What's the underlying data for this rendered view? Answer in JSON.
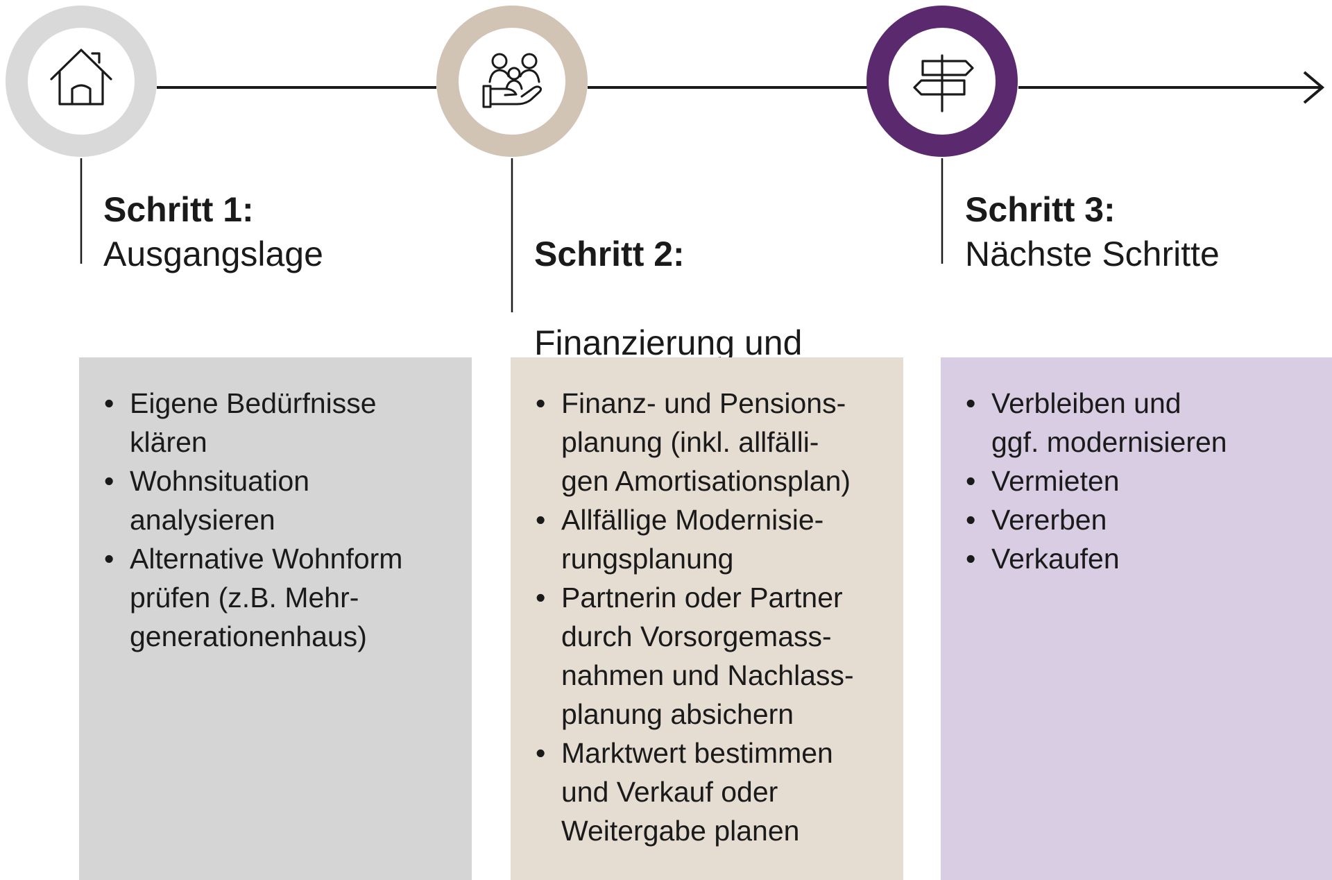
{
  "colors": {
    "step1": "#d9d9d9",
    "step2": "#d1c4b5",
    "step3": "#5b2a6e",
    "panel1": "#d5d5d5",
    "panel2": "#e5dcd2",
    "panel3": "#d8cde2",
    "line": "#1a1a1a"
  },
  "steps": [
    {
      "number": "Schritt 1:",
      "title": "Ausgangslage",
      "icon": "house-icon",
      "bullets": [
        "Eigene Bedürfnisse\nklären",
        "Wohnsituation\nanalysieren",
        "Alternative Wohnform\nprüfen (z.B. Mehr-\ngenerationenhaus)"
      ]
    },
    {
      "number": "Schritt 2:",
      "title": "Finanzierung und\nAbsicherung",
      "icon": "family-in-hand-icon",
      "bullets": [
        "Finanz- und Pensions-\nplanung (inkl. allfälli-\ngen Amortisationsplan)",
        "Allfällige Modernisie-\nrungsplanung",
        "Partnerin oder Partner\ndurch Vorsorgemass-\nnahmen und Nachlass-\nplanung absichern",
        "Marktwert bestimmen\nund Verkauf oder\nWeitergabe planen"
      ]
    },
    {
      "number": "Schritt 3:",
      "title": "Nächste Schritte",
      "icon": "signpost-icon",
      "bullets": [
        "Verbleiben und\nggf. modernisieren",
        "Vermieten",
        "Vererben",
        "Verkaufen"
      ]
    }
  ],
  "bullet_glyph": "•"
}
